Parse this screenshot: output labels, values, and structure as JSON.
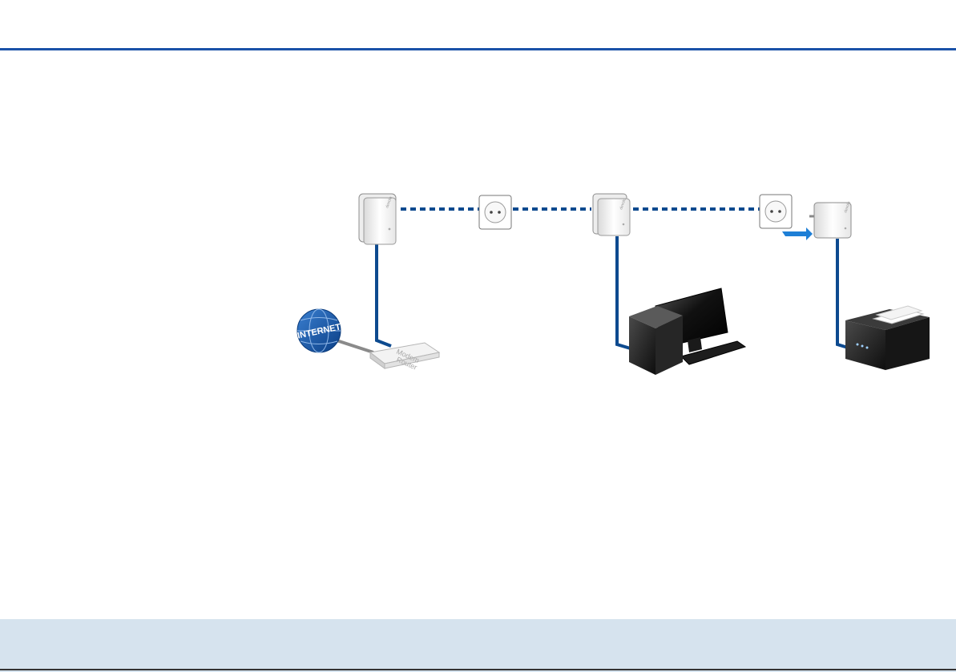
{
  "colors": {
    "accent": "#1a52a8",
    "link": "#0d4a8f",
    "footer": "#d6e3ee"
  },
  "diagram": {
    "internet_label": "INTERNET",
    "router_label_line1": "Modem",
    "router_label_line2": "Router",
    "adapter_brand": "devolo",
    "nodes": [
      "internet-globe-icon",
      "modem-router-icon",
      "powerline-adapter-icon",
      "wall-socket-icon",
      "desktop-computer-icon",
      "plug-in-arrow-icon",
      "printer-icon"
    ]
  }
}
